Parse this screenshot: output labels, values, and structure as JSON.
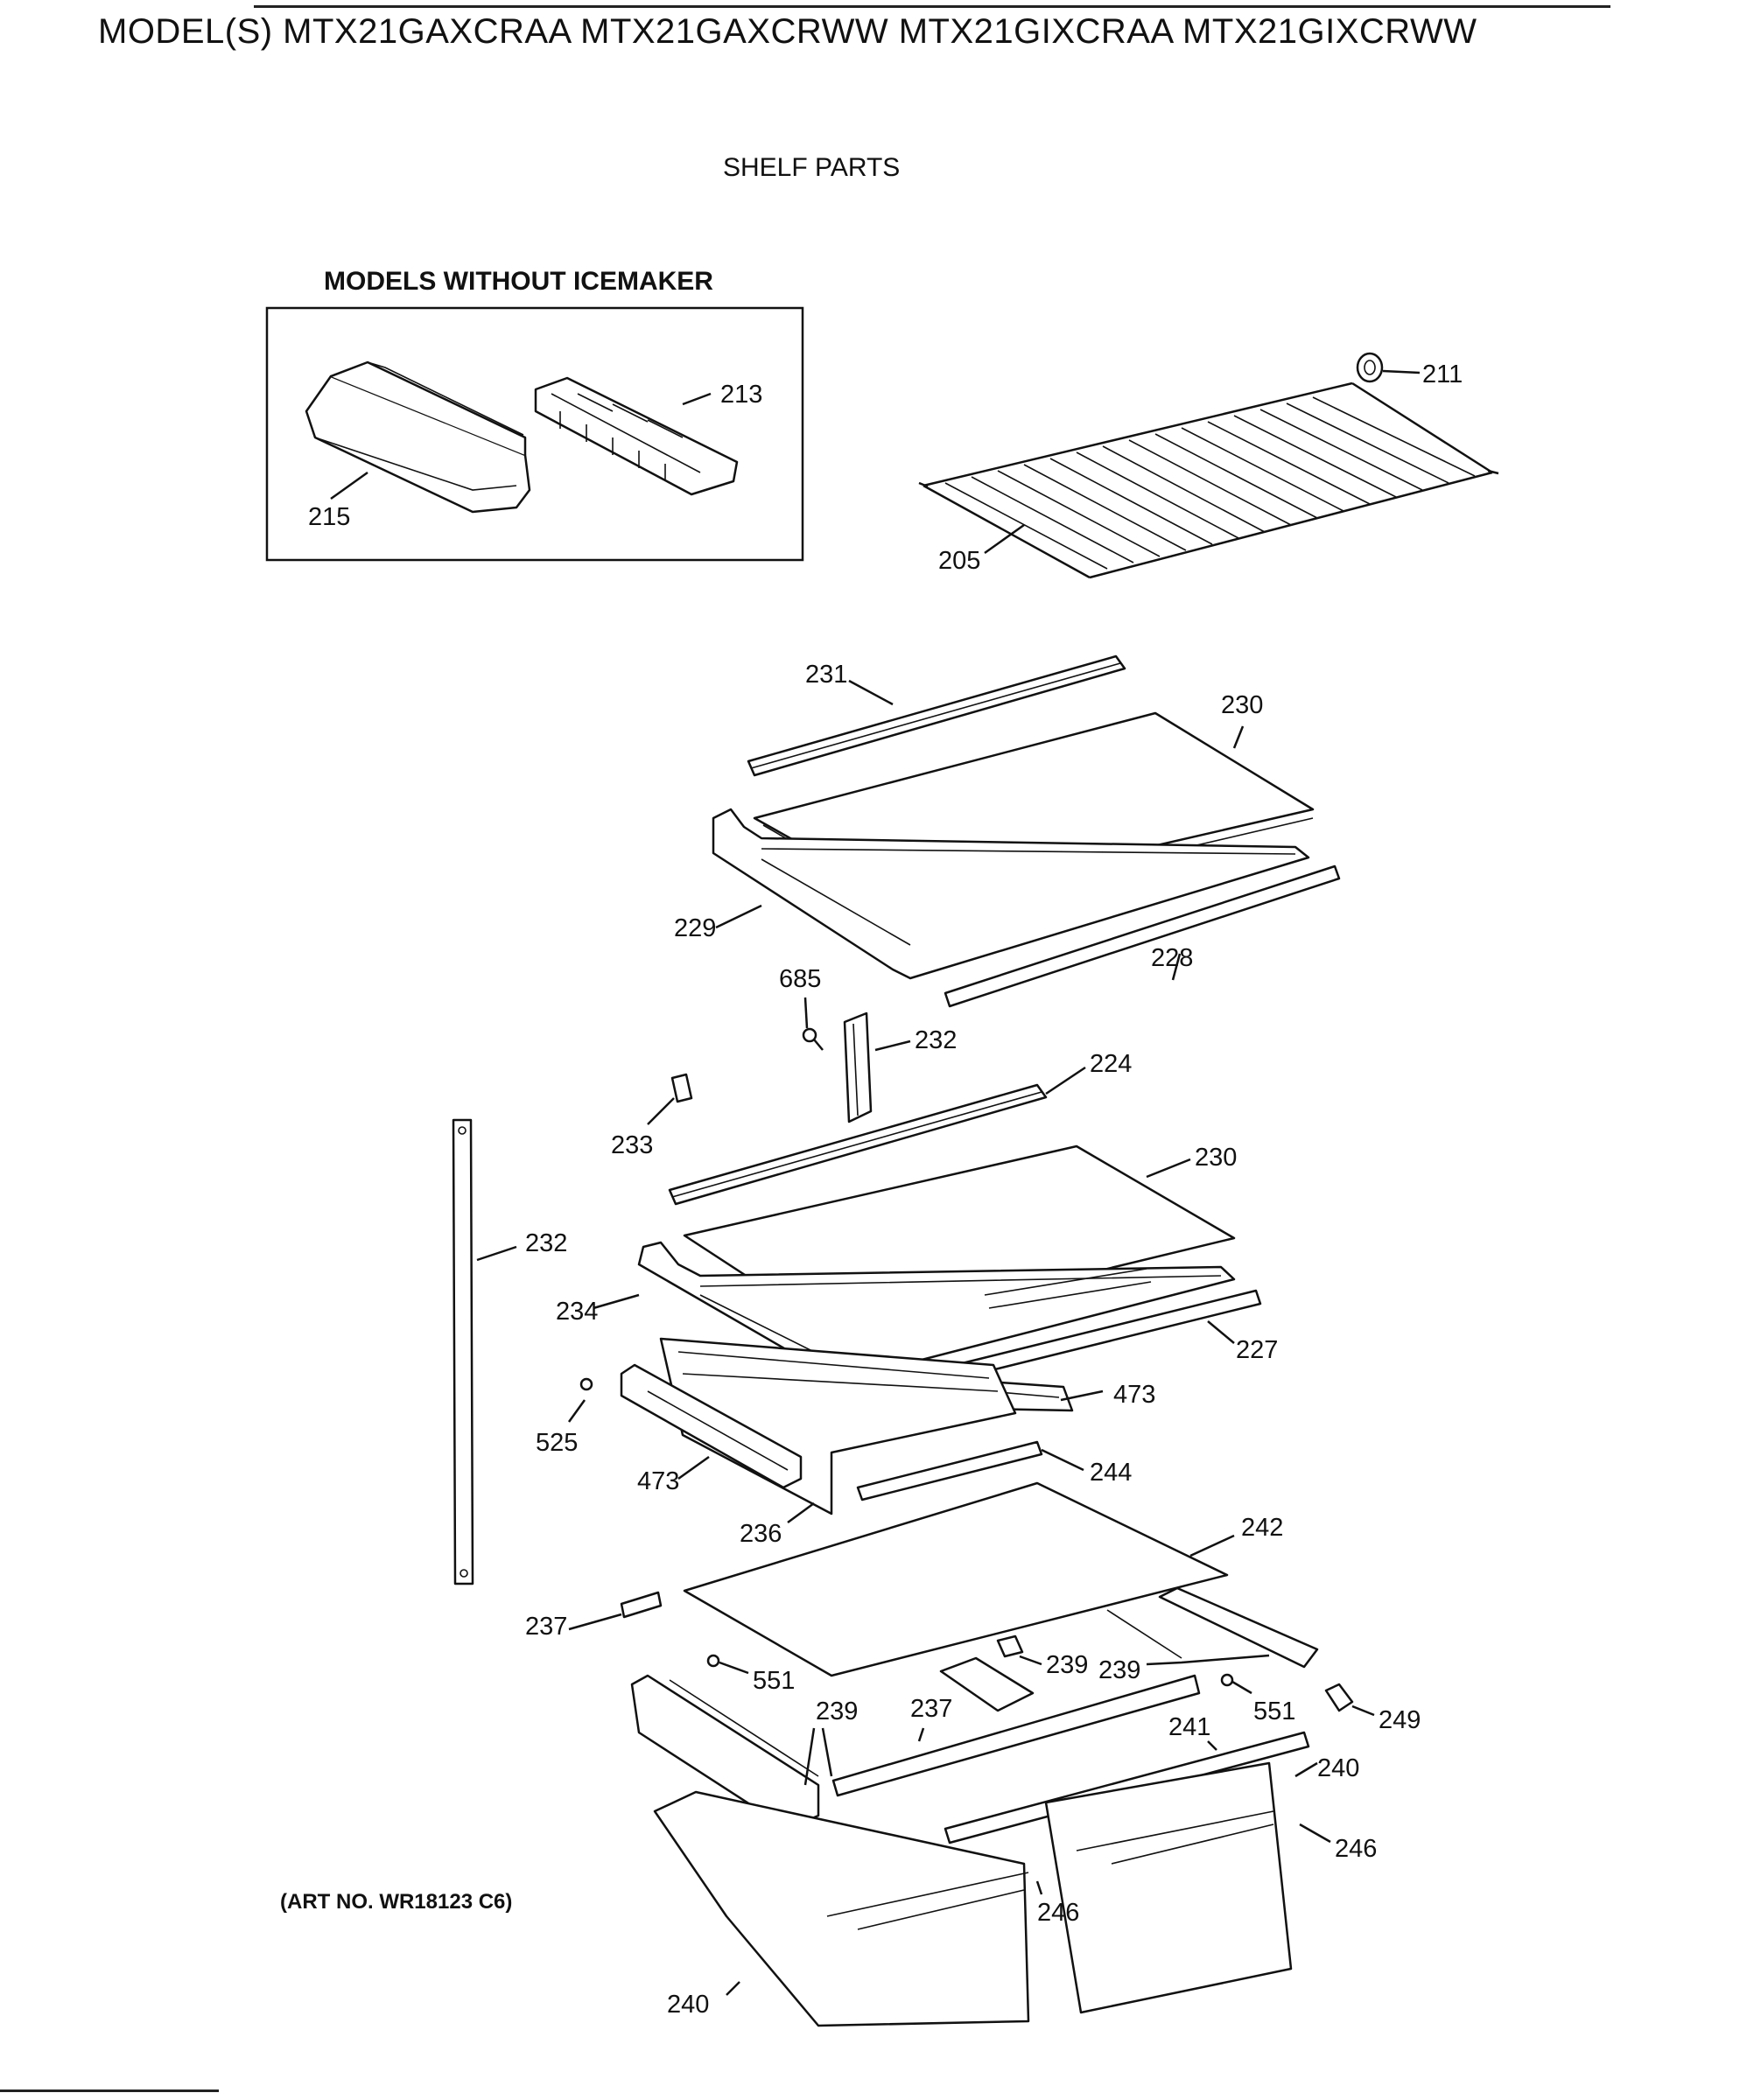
{
  "header": {
    "model_title": "MODEL(S) MTX21GAXCRAA MTX21GAXCRWW MTX21GIXCRAA MTX21GIXCRWW"
  },
  "section_title": "SHELF PARTS",
  "inset_box": {
    "title": "MODELS WITHOUT ICEMAKER"
  },
  "footer": {
    "art_no": "(ART NO. WR18123 C6)"
  },
  "callouts": {
    "p213": "213",
    "p215": "215",
    "p211": "211",
    "p205": "205",
    "p231": "231",
    "p230a": "230",
    "p229": "229",
    "p228": "228",
    "p685": "685",
    "p232a": "232",
    "p224": "224",
    "p233": "233",
    "p230b": "230",
    "p232b": "232",
    "p234": "234",
    "p227": "227",
    "p473a": "473",
    "p525": "525",
    "p473b": "473",
    "p244": "244",
    "p236": "236",
    "p242": "242",
    "p237a": "237",
    "p551a": "551",
    "p239a": "239",
    "p239b": "239",
    "p239c": "239",
    "p237b": "237",
    "p551b": "551",
    "p249": "249",
    "p241": "241",
    "p240a": "240",
    "p246a": "246",
    "p246b": "246",
    "p240b": "240"
  }
}
